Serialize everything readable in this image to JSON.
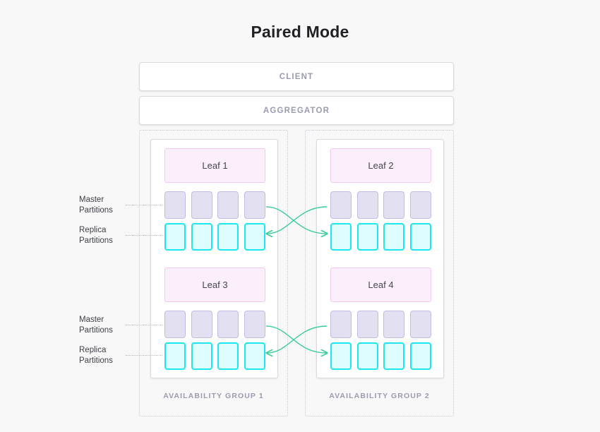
{
  "page": {
    "title": "Paired Mode",
    "background_color": "#f8f8f8"
  },
  "topology": {
    "client": {
      "label": "CLIENT"
    },
    "aggregator": {
      "label": "AGGREGATOR"
    }
  },
  "colors": {
    "leaf_fill": "#fbeffb",
    "leaf_border": "#f2c9ee",
    "master_fill": "#e3e0f2",
    "master_border": "#c3bbe4",
    "replica_fill": "#ddfdff",
    "replica_border": "#1fe6ef",
    "arrow": "#3ece9a",
    "group_border": "#c9c9d2",
    "muted_text": "#9b9bb0",
    "body_text": "#3d3f47"
  },
  "callouts": {
    "master_line1": "Master",
    "master_line2": "Partitions",
    "replica_line1": "Replica",
    "replica_line2": "Partitions"
  },
  "availability_groups": [
    {
      "label": "AVAILABILITY GROUP 1",
      "leaves": [
        {
          "label": "Leaf 1",
          "master_count": 4,
          "replica_count": 4
        },
        {
          "label": "Leaf 3",
          "master_count": 4,
          "replica_count": 4
        }
      ]
    },
    {
      "label": "AVAILABILITY GROUP 2",
      "leaves": [
        {
          "label": "Leaf 2",
          "master_count": 4,
          "replica_count": 4
        },
        {
          "label": "Leaf 4",
          "master_count": 4,
          "replica_count": 4
        }
      ]
    }
  ],
  "pairings": [
    {
      "from": "Leaf 1 master partition 4",
      "to": "Leaf 2 replica partition 1"
    },
    {
      "from": "Leaf 2 master partition 1",
      "to": "Leaf 1 replica partition 4"
    },
    {
      "from": "Leaf 3 master partition 4",
      "to": "Leaf 4 replica partition 1"
    },
    {
      "from": "Leaf 4 master partition 1",
      "to": "Leaf 3 replica partition 4"
    }
  ]
}
